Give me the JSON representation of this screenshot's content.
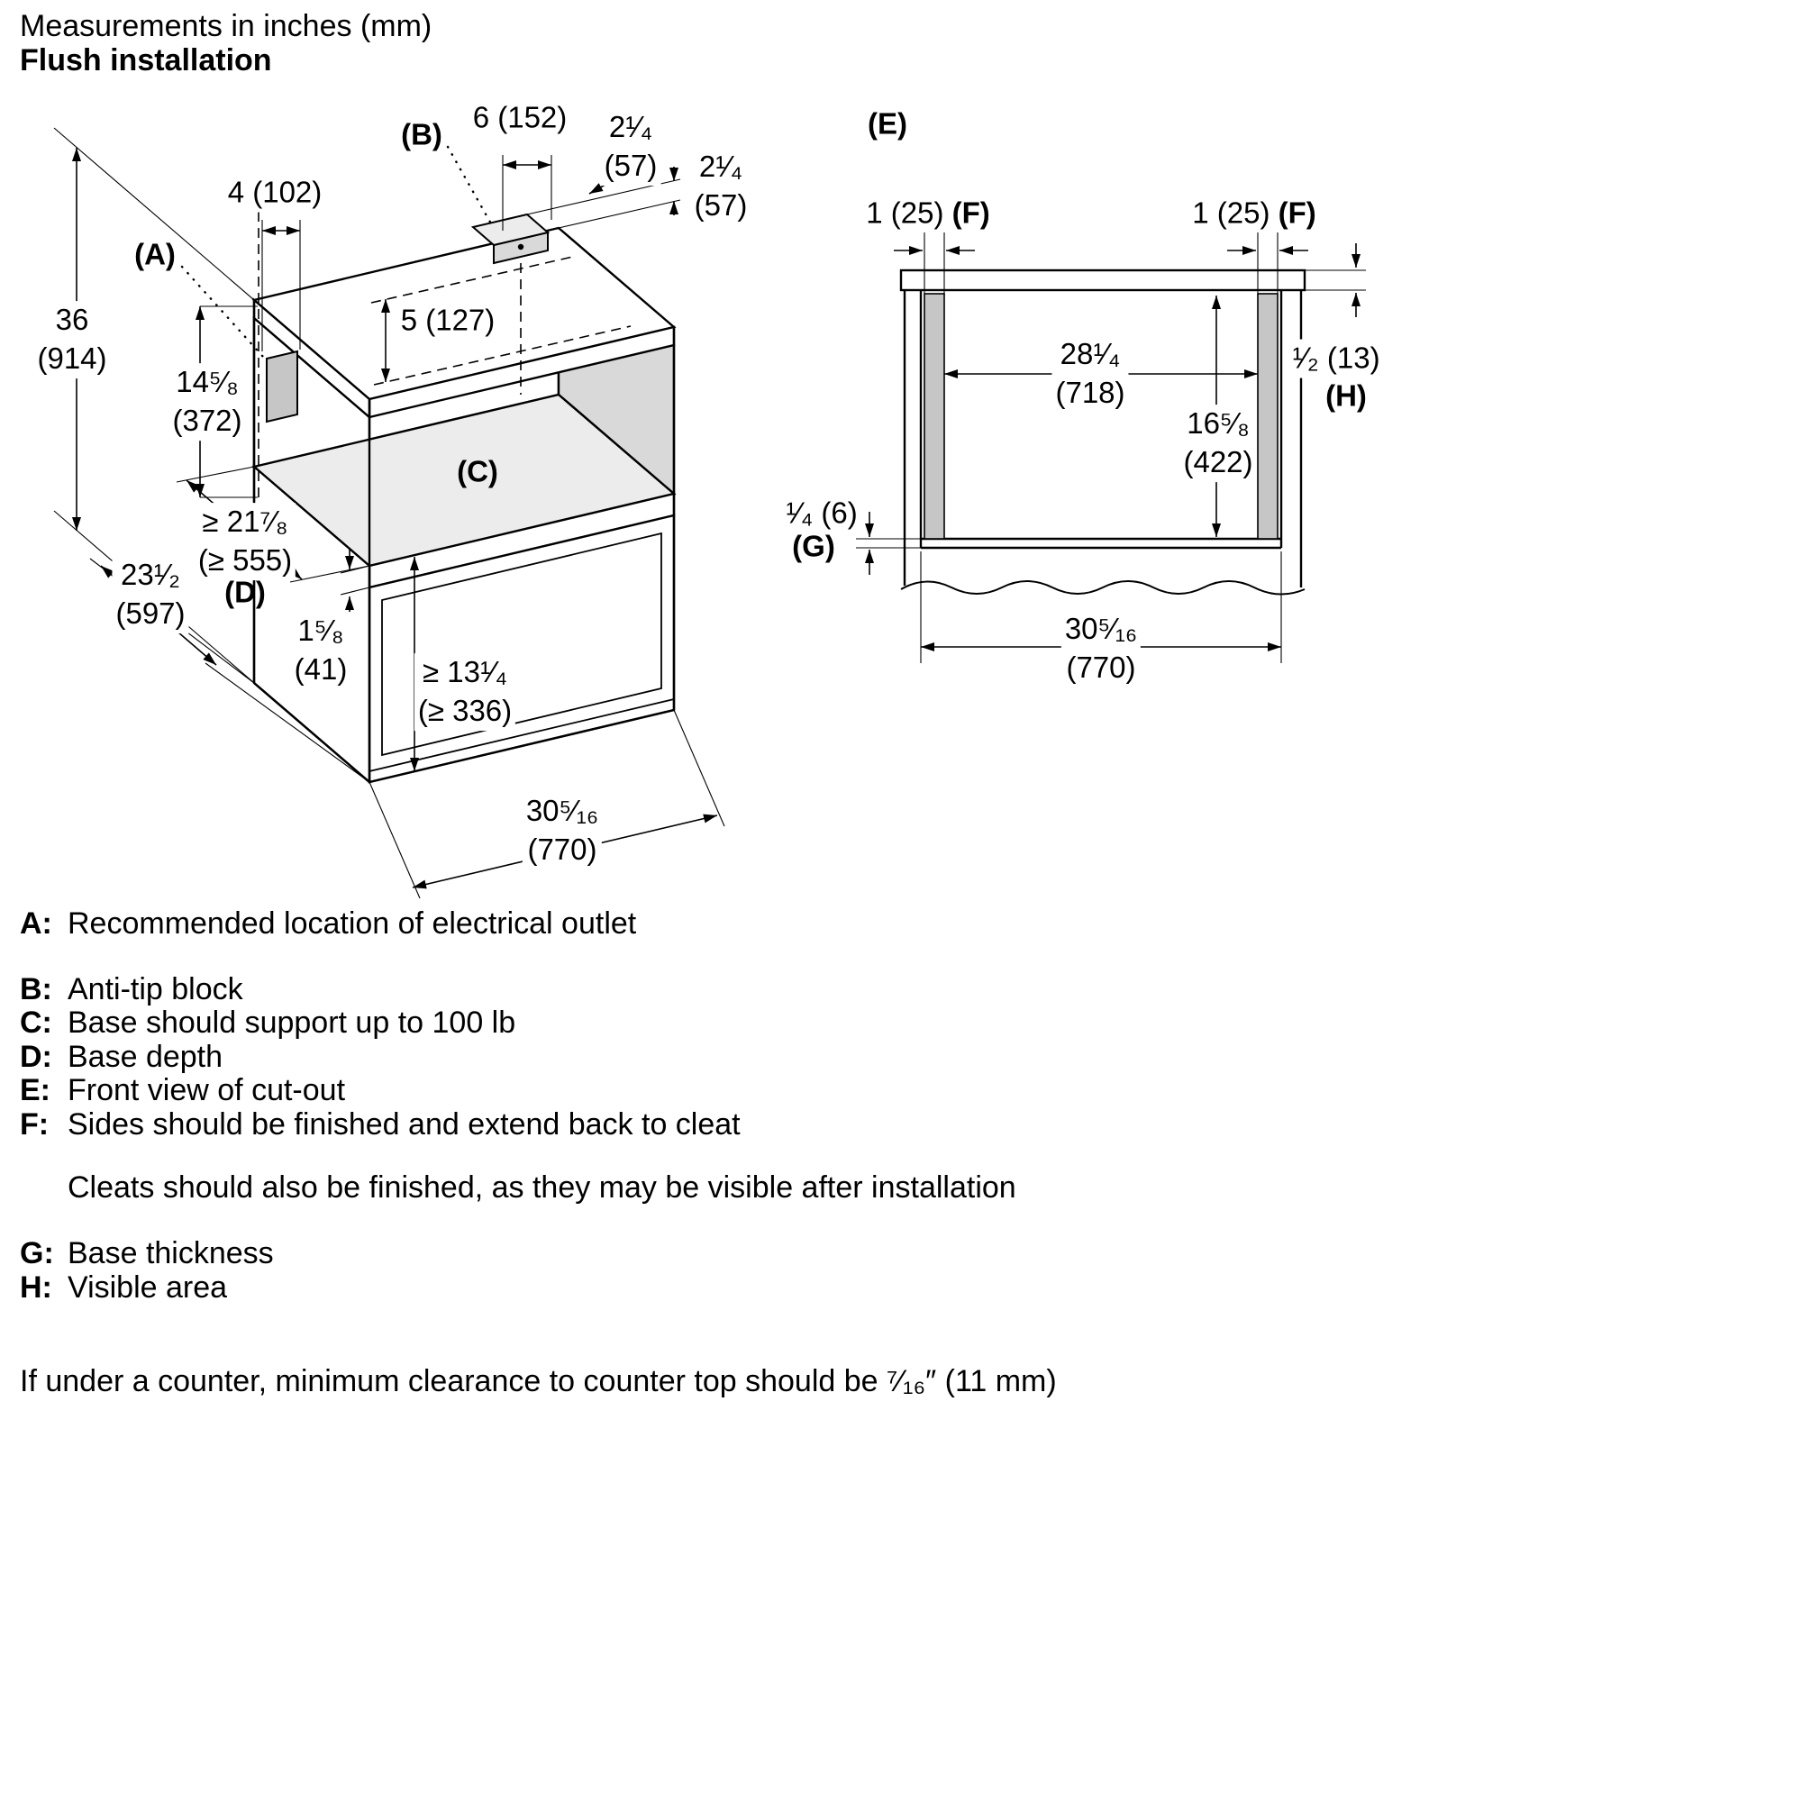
{
  "header": {
    "line1": "Measurements in inches (mm)",
    "line2": "Flush installation"
  },
  "iso": {
    "dim_36": "36\n(914)",
    "label_a": "(A)",
    "dim_4": "4 (102)",
    "label_b": "(B)",
    "dim_6": "6 (152)",
    "dim_2q_a": "2¹⁄₄\n(57)",
    "dim_2q_b": "2¹⁄₄\n(57)",
    "dim_5": "5 (127)",
    "dim_14": "14⁵⁄₈\n(372)",
    "dim_21": "≥ 21⁷⁄₈\n(≥ 555)",
    "label_d": "(D)",
    "dim_23": "23¹⁄₂\n(597)",
    "dim_1_58": "1⁵⁄₈\n(41)",
    "dim_13": "≥ 13¹⁄₄\n(≥ 336)",
    "label_c": "(C)",
    "dim_30": "30⁵⁄₁₆\n(770)"
  },
  "front": {
    "label_e": "(E)",
    "dim_1_left": "1 (25)",
    "f_left": "(F)",
    "dim_1_right": "1 (25)",
    "f_right": "(F)",
    "dim_28": "28¹⁄₄\n(718)",
    "dim_16": "16⁵⁄₈\n(422)",
    "dim_half": "¹⁄₂ (13)",
    "label_h": "(H)",
    "dim_quarter": "¹⁄₄ (6)",
    "label_g": "(G)",
    "dim_30": "30⁵⁄₁₆\n(770)"
  },
  "legend": {
    "items": [
      {
        "key": "A:",
        "text": "Recommended location of electrical outlet"
      },
      {
        "key": "B:",
        "text": "Anti-tip block"
      },
      {
        "key": "C:",
        "text": "Base should support up to 100 lb"
      },
      {
        "key": "D:",
        "text": "Base depth"
      },
      {
        "key": "E:",
        "text": "Front view of cut-out"
      },
      {
        "key": "F:",
        "text": "Sides should be finished and extend back to cleat"
      }
    ],
    "note": "Cleats should also be finished, as they may be visible after installation",
    "items2": [
      {
        "key": "G:",
        "text": "Base thickness"
      },
      {
        "key": "H:",
        "text": "Visible area"
      }
    ],
    "footnote": "If under a counter, minimum clearance to counter top should be ⁷⁄₁₆″ (11 mm)"
  },
  "colors": {
    "line": "#000000",
    "shade_dark": "#c6c6c6",
    "shade": "#d9d9d9",
    "shade_light": "#ececec"
  }
}
